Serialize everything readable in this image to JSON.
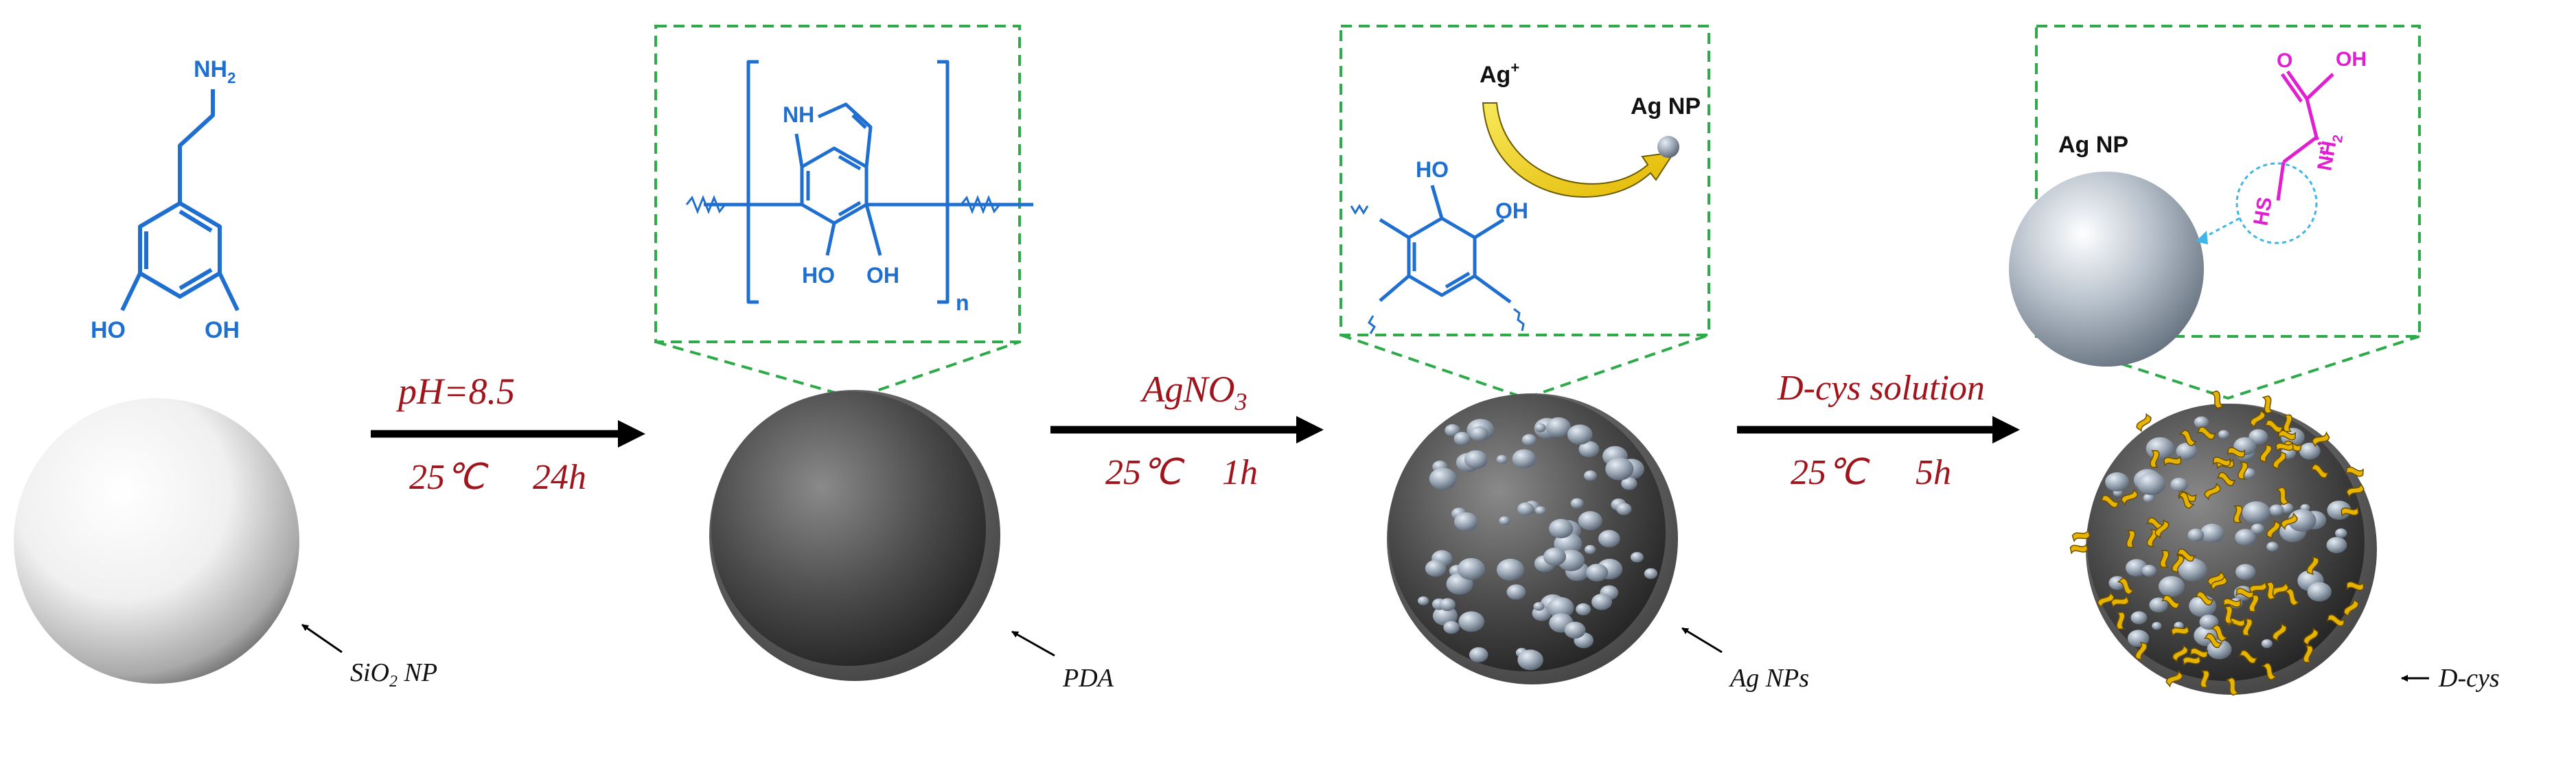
{
  "figure": {
    "dopamine": {
      "amine": "NH",
      "amine_sub": "2",
      "hydroxyl_left": "HO",
      "hydroxyl_right": "OH"
    },
    "pda_unit": {
      "nh": "NH",
      "hydroxyl_left": "HO",
      "hydroxyl_right": "OH",
      "repeat": "n"
    },
    "ag_inset": {
      "ion": "Ag",
      "ion_charge": "+",
      "particle": "Ag NP",
      "hydroxyl_top": "HO",
      "hydroxyl_side": "OH"
    },
    "dcys_inset": {
      "particle": "Ag NP",
      "thiol": "HS",
      "amine": "NH",
      "amine_sub": "2",
      "carbonyl": "O",
      "acid": "OH"
    },
    "step1": {
      "condition": "pH=8.5",
      "temperature": "25℃",
      "time": "24h"
    },
    "step2": {
      "reagent": "AgNO",
      "reagent_sub": "3",
      "temperature": "25℃",
      "time": "1h"
    },
    "step3": {
      "reagent": "D-cys solution",
      "temperature": "25℃",
      "time": "5h"
    },
    "labels": {
      "sio2": "SiO",
      "sio2_sub": "2",
      "sio2_suffix": " NP",
      "pda": "PDA",
      "agnps": "Ag NPs",
      "dcys": "D-cys"
    },
    "colors": {
      "dopamine_blue": "#1f6fd0",
      "condition_red": "#a0141c",
      "inset_green": "#2faa4a",
      "cysteine_magenta": "#e020d0",
      "arrow_yellow": "#f2d21a",
      "ribbon_gold": "#e6b400"
    }
  }
}
